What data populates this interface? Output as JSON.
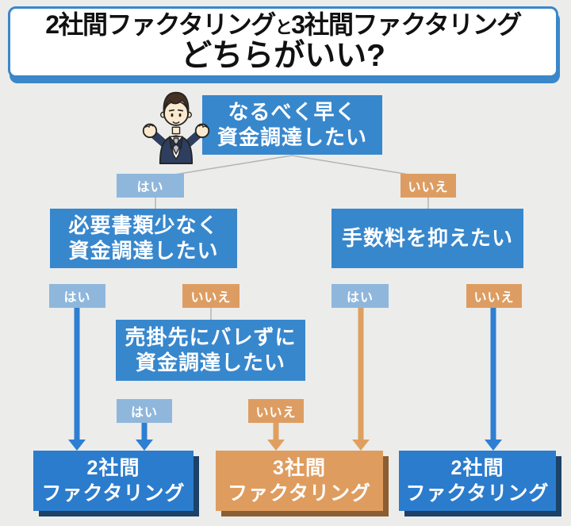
{
  "title": {
    "line1_part1": "2社間ファクタリング",
    "line1_conj": "と",
    "line1_part2": "3社間ファクタリング",
    "line2": "どちらがいい?"
  },
  "labels": {
    "yes": "はい",
    "no": "いいえ"
  },
  "nodes": {
    "root": {
      "line1": "なるべく早く",
      "line2": "資金調達したい"
    },
    "documents": {
      "line1": "必要書類少なく",
      "line2": "資金調達したい"
    },
    "fees": {
      "line1": "手数料を抑えたい"
    },
    "secrecy": {
      "line1": "売掛先にバレずに",
      "line2": "資金調達したい"
    },
    "result_left": {
      "line1": "2社間",
      "line2": "ファクタリング"
    },
    "result_middle": {
      "line1": "3社間",
      "line2": "ファクタリング"
    },
    "result_right": {
      "line1": "2社間",
      "line2": "ファクタリング"
    }
  },
  "colors": {
    "background": "#ececeb",
    "title_border_blue": "#3a87ca",
    "question_box_blue": "#3787cd",
    "yes_tag_blue": "#8fb7dc",
    "no_tag_orange": "#dd9d62",
    "result_blue": "#2b7ccc",
    "result_blue_shadow": "#1c4267",
    "result_orange": "#df9c5f",
    "result_orange_shadow": "#8d5e31",
    "arrow_blue": "#2e7fd2",
    "arrow_orange": "#dfa05f",
    "thin_line_gray": "#b4b4b2"
  }
}
